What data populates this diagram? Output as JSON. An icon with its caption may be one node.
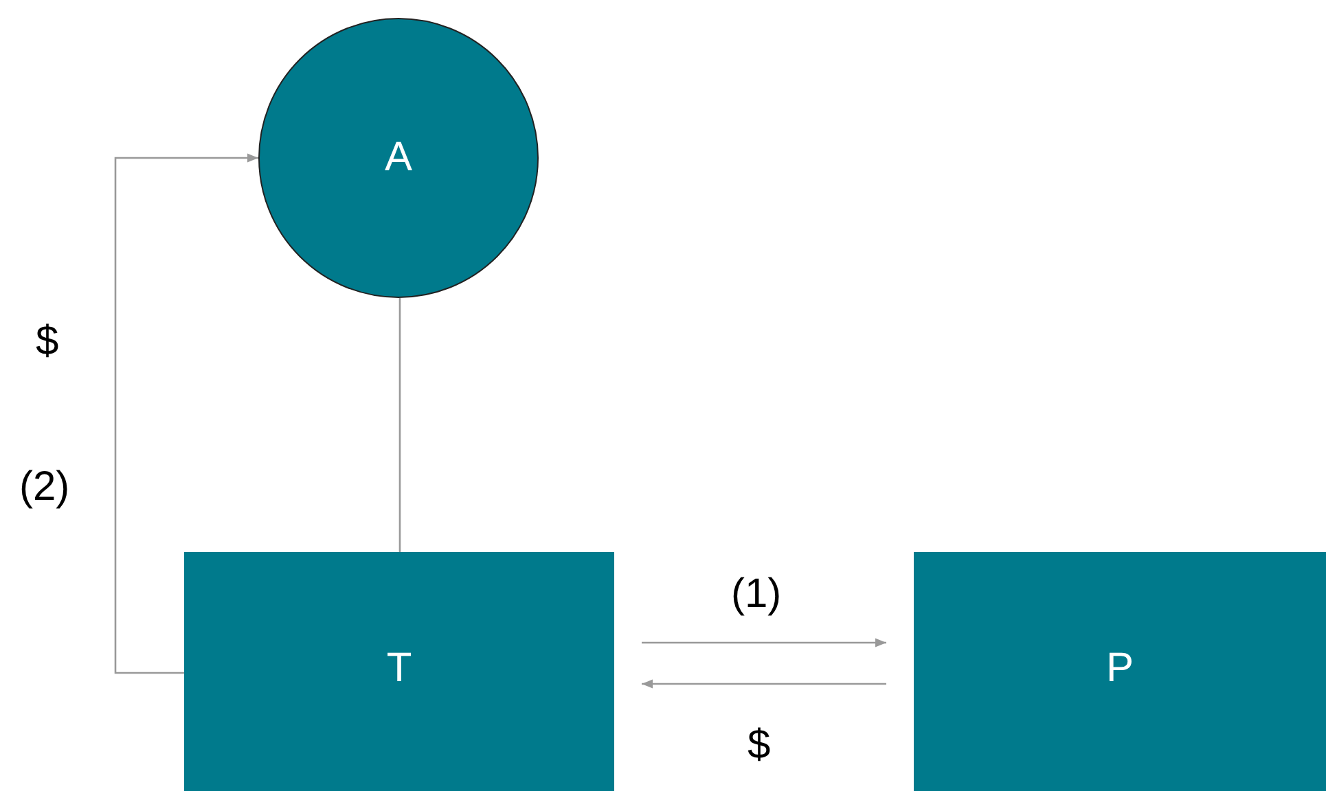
{
  "diagram": {
    "nodes": [
      {
        "text": [
          "A"
        ]
      },
      {
        "text": [
          "T"
        ]
      },
      {
        "text": [
          "P"
        ]
      }
    ],
    "edges": [
      {
        "from": 1,
        "to": 0,
        "arrow": "to"
      },
      {
        "from": 0,
        "to": 1,
        "arrow": "none"
      },
      {
        "from": 1,
        "to": 2,
        "arrow": "to",
        "label": "(1)"
      },
      {
        "from": 2,
        "to": 1,
        "arrow": "to",
        "label": "$"
      }
    ],
    "labels": [
      "$",
      "(2)"
    ]
  }
}
